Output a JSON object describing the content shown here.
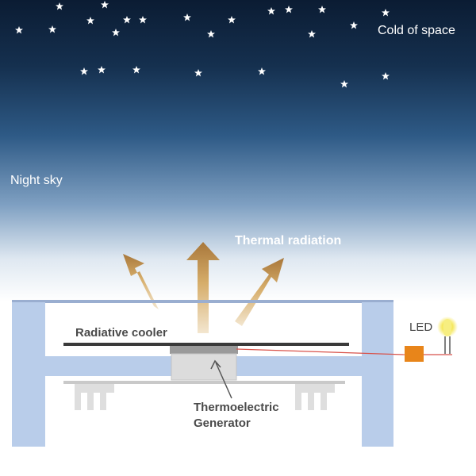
{
  "labels": {
    "cold_of_space": "Cold of space",
    "night_sky": "Night sky",
    "thermal_radiation": "Thermal radiation",
    "radiative_cooler": "Radiative cooler",
    "led": "LED",
    "teg_line1": "Thermoelectric",
    "teg_line2": "Generator"
  },
  "colors": {
    "sky_top": "#0b1c33",
    "sky_mid": "#2e5a86",
    "frame": "#b9cdea",
    "arrow": "#c99a52",
    "wire": "#d8524a",
    "led_box": "#e8851a",
    "led_glow": "#f5e75a"
  },
  "icons": {
    "star": "star-icon",
    "led": "led-icon"
  }
}
